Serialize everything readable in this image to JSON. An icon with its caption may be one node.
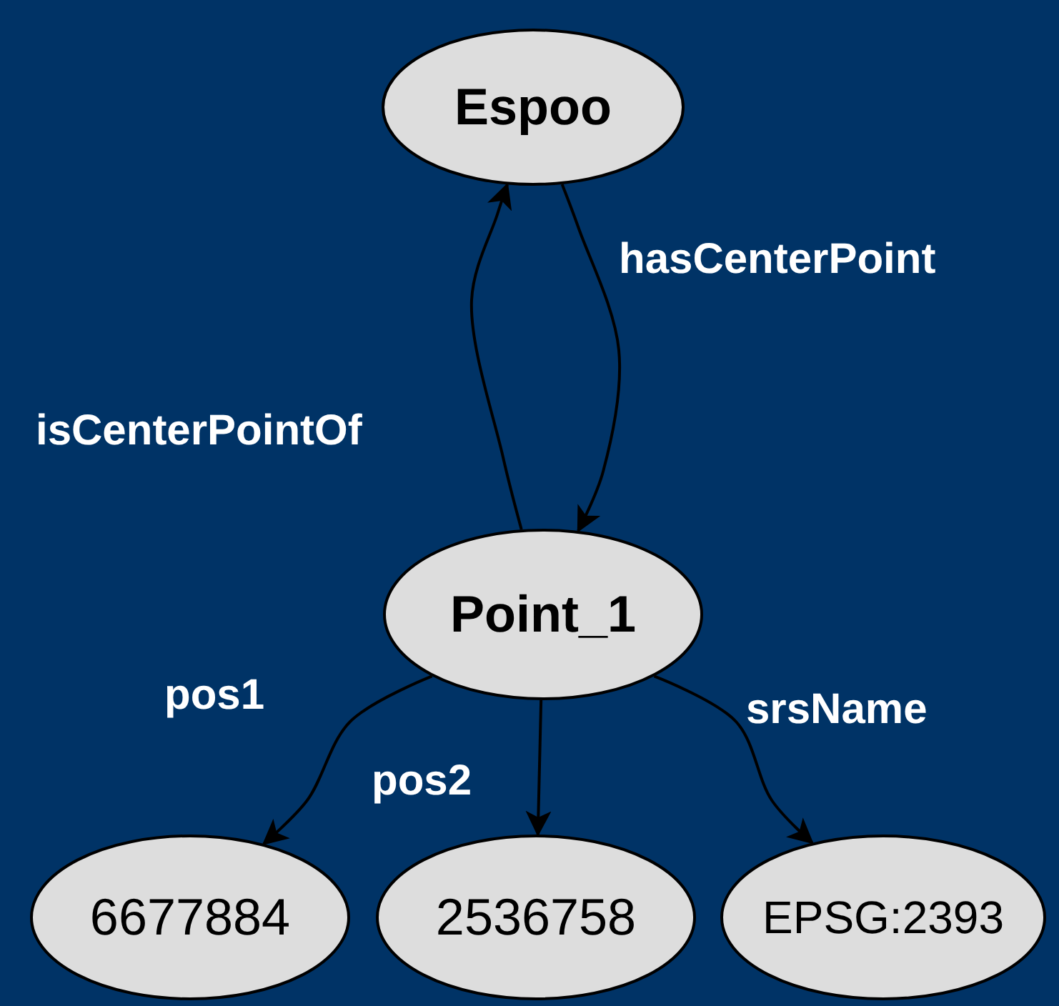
{
  "diagram": {
    "nodes": [
      {
        "text": [
          "Espoo"
        ]
      },
      {
        "text": [
          "Point_1"
        ]
      },
      {
        "text": [
          "6677884"
        ]
      },
      {
        "text": [
          "2536758"
        ]
      },
      {
        "text": [
          "EPSG:2393"
        ]
      }
    ],
    "edges": [
      {
        "from": 0,
        "to": 1,
        "arrow": "to",
        "label": "hasCenterPoint"
      },
      {
        "from": 1,
        "to": 0,
        "arrow": "to",
        "label": "isCenterPointOf"
      },
      {
        "from": 1,
        "to": 2,
        "arrow": "to",
        "label": "pos1"
      },
      {
        "from": 1,
        "to": 3,
        "arrow": "to",
        "label": "pos2"
      },
      {
        "from": 1,
        "to": 4,
        "arrow": "to",
        "label": "srsName"
      }
    ]
  }
}
